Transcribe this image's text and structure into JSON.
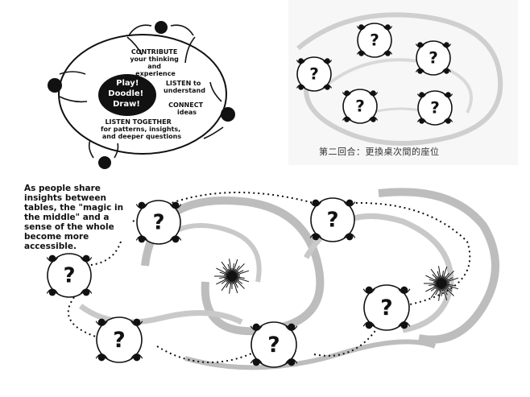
{
  "top_left": {
    "center": [
      "Play!",
      "Doodle!",
      "Draw!"
    ],
    "labels": {
      "contribute": [
        "CONTRIBUTE",
        "your thinking",
        "and",
        "experience"
      ],
      "listen_to": [
        "LISTEN to",
        "understand"
      ],
      "connect": [
        "CONNECT",
        "ideas"
      ],
      "listen_together": [
        "LISTEN TOGETHER",
        "for patterns, insights,",
        "and deeper questions"
      ]
    }
  },
  "top_right": {
    "caption": "第二回合：更換桌次間的座位",
    "table_mark": "?"
  },
  "bottom": {
    "caption": "As people share insights between tables, the \"magic in the middle\" and a sense of the whole become more accessible.",
    "table_mark": "?"
  },
  "colors": {
    "ink": "#111111",
    "swirl": "#bdbdbd",
    "center_disc": "#111111",
    "background": "#ffffff"
  }
}
